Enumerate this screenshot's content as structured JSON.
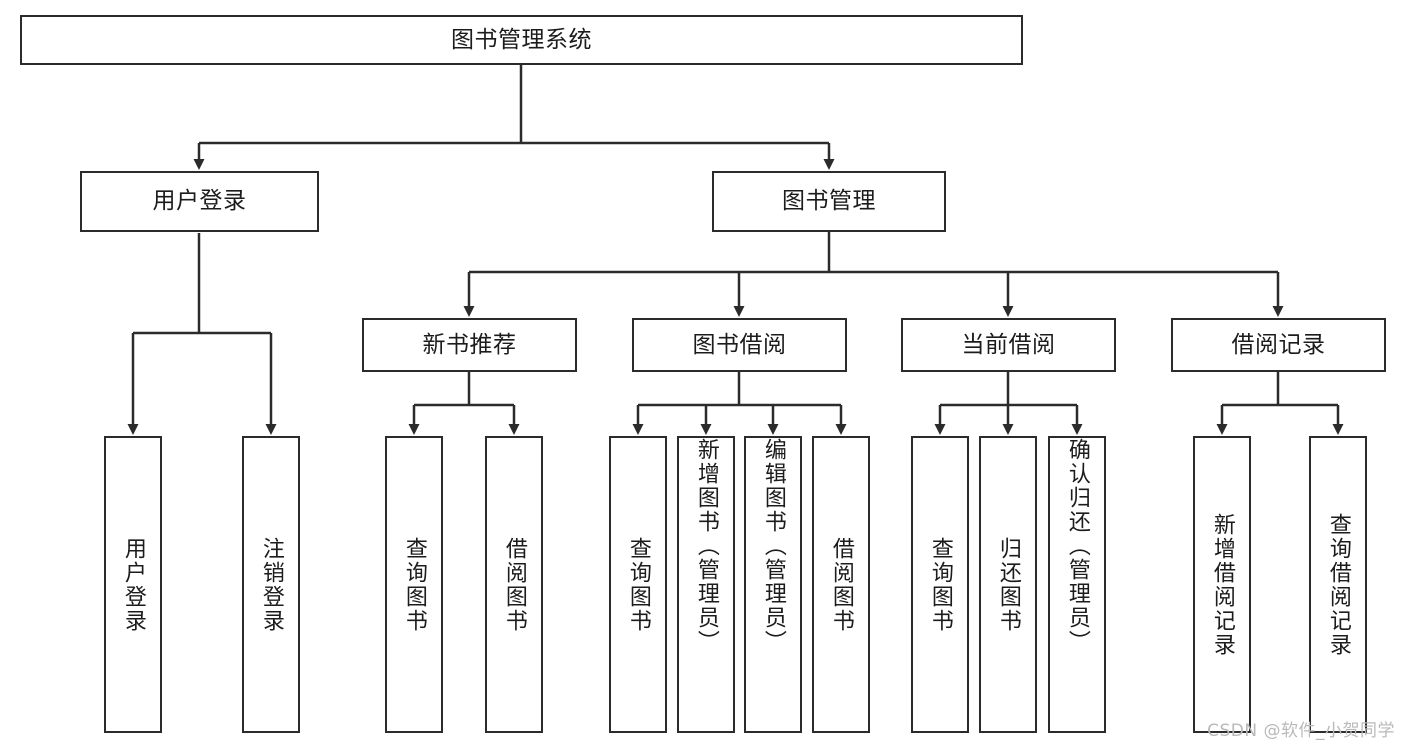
{
  "diagram": {
    "title_node": {
      "label": "图书管理系统"
    },
    "level1": [
      {
        "label": "用户登录"
      },
      {
        "label": "图书管理"
      }
    ],
    "level2": [
      {
        "label": "新书推荐"
      },
      {
        "label": "图书借阅"
      },
      {
        "label": "当前借阅"
      },
      {
        "label": "借阅记录"
      }
    ],
    "leaves": {
      "user_login": [
        {
          "label": "用户登录"
        },
        {
          "label": "注销登录"
        }
      ],
      "new_book_recommend": [
        {
          "label": "查询图书"
        },
        {
          "label": "借阅图书"
        }
      ],
      "book_borrow": [
        {
          "label": "查询图书"
        },
        {
          "label": "新增图书（管理员）"
        },
        {
          "label": "编辑图书（管理员）"
        },
        {
          "label": "借阅图书"
        }
      ],
      "current_borrow": [
        {
          "label": "查询图书"
        },
        {
          "label": "归还图书"
        },
        {
          "label": "确认归还（管理员）"
        }
      ],
      "borrow_record": [
        {
          "label": "新增借阅记录"
        },
        {
          "label": "查询借阅记录"
        }
      ]
    }
  },
  "watermark": {
    "text": "CSDN @软件_小贺同学"
  },
  "colors": {
    "stroke": "#2b2b2b",
    "text": "#1c1c1c",
    "background": "#ffffff",
    "watermark": "#b9b9b9"
  }
}
